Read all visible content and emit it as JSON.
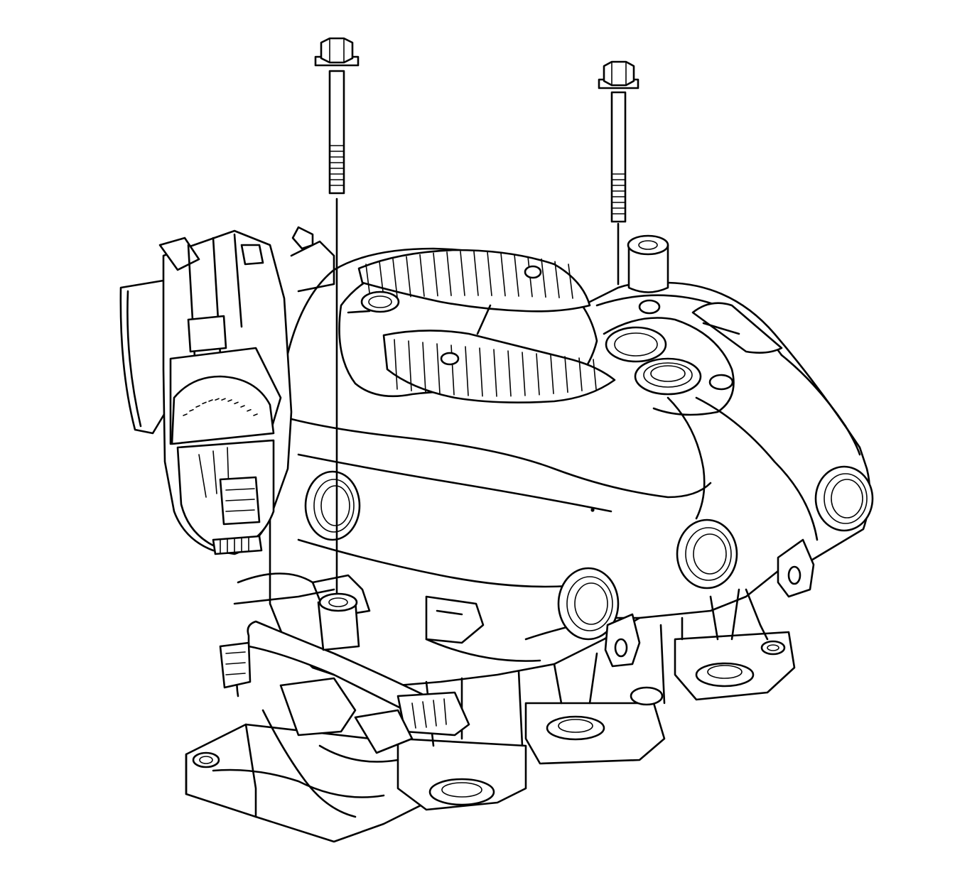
{
  "figure": {
    "background": "#ffffff",
    "line_color": "#000000",
    "parts": [
      "bolt-left",
      "bolt-right",
      "intake-manifold",
      "throttle-body",
      "wiring-harness"
    ]
  }
}
